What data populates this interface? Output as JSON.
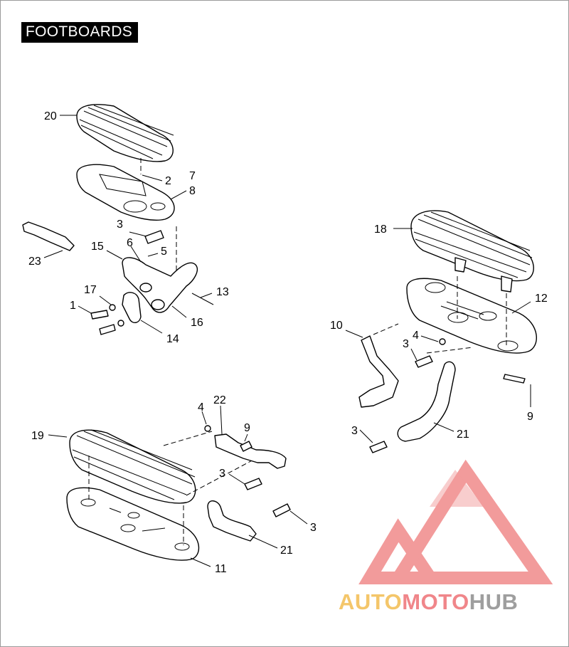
{
  "title": "FOOTBOARDS",
  "callouts": {
    "c1": "1",
    "c2": "2",
    "c3a": "3",
    "c3b": "3",
    "c3c": "3",
    "c3d": "3",
    "c3e": "3",
    "c4a": "4",
    "c4b": "4",
    "c5": "5",
    "c6": "6",
    "c7": "7",
    "c8": "8",
    "c9a": "9",
    "c9b": "9",
    "c10": "10",
    "c11": "11",
    "c12": "12",
    "c13": "13",
    "c14": "14",
    "c15": "15",
    "c16": "16",
    "c17": "17",
    "c18": "18",
    "c19": "19",
    "c20": "20",
    "c21a": "21",
    "c21b": "21",
    "c22": "22",
    "c23": "23"
  },
  "watermark": {
    "part1": "AUTO",
    "part2": "MOTO",
    "part3": "HUB",
    "colors": {
      "auto": "#f4c66a",
      "moto": "#f0868a",
      "hub": "#9e9e9e",
      "logo": "#f08a8a"
    }
  }
}
